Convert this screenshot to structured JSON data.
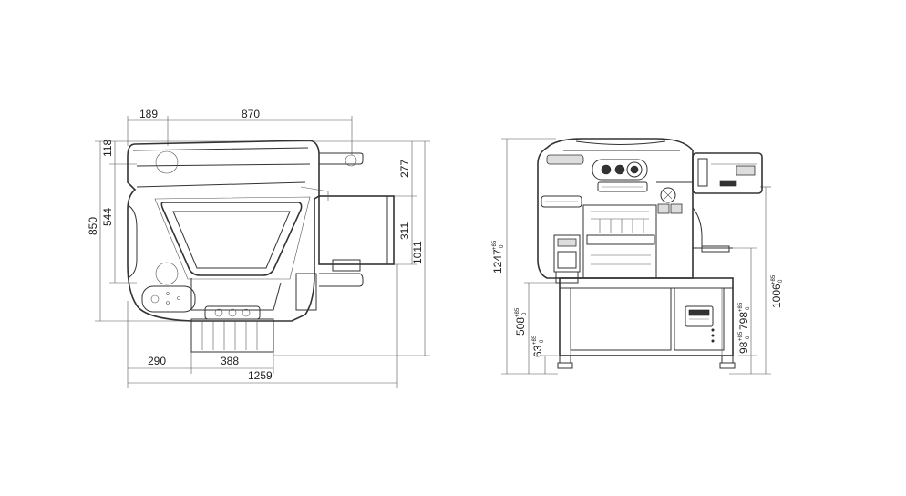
{
  "top_view": {
    "dimensions": {
      "w189": "189",
      "w870": "870",
      "h118": "118",
      "h544": "544",
      "h850": "850",
      "h277": "277",
      "h311": "311",
      "h1011": "1011",
      "w290": "290",
      "w388": "388",
      "w1259": "1259"
    }
  },
  "side_view": {
    "dimensions": {
      "h1247": "1247",
      "h508": "508",
      "h63": "63",
      "h798": "798",
      "h98": "98",
      "h1006": "1006"
    },
    "tolerance": {
      "upper": "+85",
      "lower": "0"
    }
  },
  "colors": {
    "line": "#333333",
    "background": "#ffffff"
  }
}
